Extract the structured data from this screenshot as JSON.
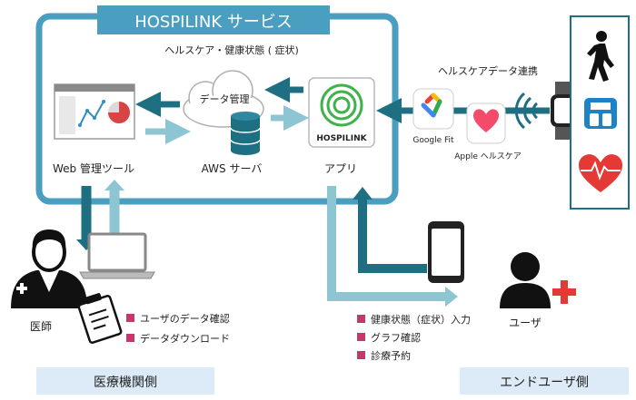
{
  "service": {
    "title": "HOSPILINK サービス",
    "subtitle": "ヘルスケア・健康状態 ( 症状)",
    "data_management_label": "データ管理"
  },
  "nodes": {
    "web_tool": "Web 管理ツール",
    "aws_server": "AWS サーバ",
    "app": "アプリ",
    "app_logo_text": "HOSPILINK"
  },
  "healthcare_link": {
    "label": "ヘルスケアデータ連携",
    "google_fit": "Google Fit",
    "apple_health": "Apple ヘルスケア"
  },
  "doctor": {
    "label": "医師",
    "tasks": [
      "ユーザのデータ確認",
      "データダウンロード"
    ]
  },
  "user": {
    "label": "ユーザ",
    "tasks": [
      "健康状態（症状）入力",
      "グラフ確認",
      "診療予約"
    ]
  },
  "sections": {
    "medical": "医療機関側",
    "enduser": "エンドユーザ側"
  },
  "colors": {
    "dark_teal": "#1f6f82",
    "light_teal": "#8ec5d3",
    "frame_blue": "#4a9ec0",
    "bullet": "#c8366c",
    "section_bg": "#dcebf7",
    "red_cross": "#e53935"
  }
}
